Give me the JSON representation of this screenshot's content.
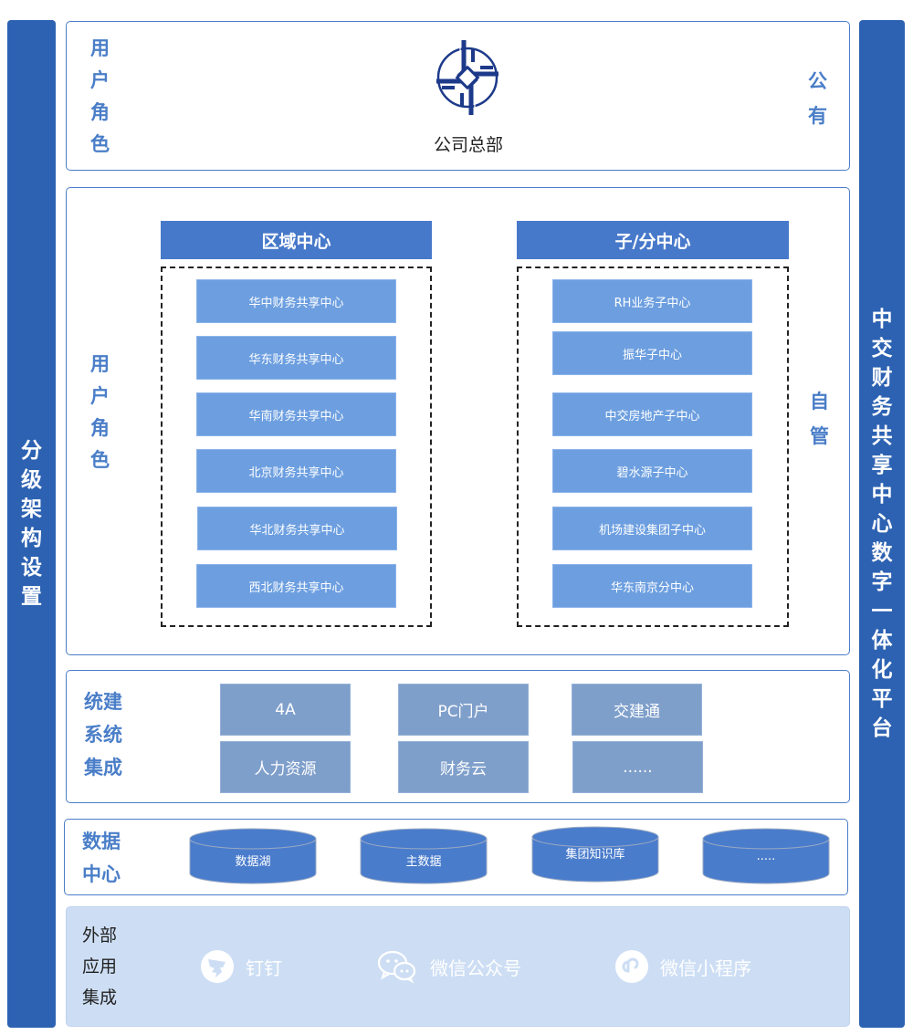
{
  "left_bar": {
    "title_chars": [
      "分",
      "级",
      "架",
      "构",
      "设",
      "置"
    ]
  },
  "right_bar": {
    "title_chars": [
      "中",
      "交",
      "财",
      "务",
      "共",
      "享",
      "中",
      "心",
      "数",
      "字",
      "一",
      "体",
      "化",
      "平",
      "台"
    ]
  },
  "headquarters": {
    "role_label_chars": [
      "用",
      "户",
      "角",
      "色"
    ],
    "ownership_label_chars": [
      "公",
      "有"
    ],
    "logo_icon": "ccccc-logo-icon",
    "name": "公司总部"
  },
  "roles": {
    "role_label_chars": [
      "用",
      "户",
      "角",
      "色"
    ],
    "ownership_label_chars": [
      "自",
      "管"
    ],
    "region": {
      "header": "区域中心",
      "items": [
        "华中财务共享中心",
        "华东财务共享中心",
        "华南财务共享中心",
        "北京财务共享中心",
        "华北财务共享中心",
        "西北财务共享中心"
      ]
    },
    "sub": {
      "header": "子/分中心",
      "items": [
        "RH业务子中心",
        "振华子中心",
        "中交房地产子中心",
        "碧水源子中心",
        "机场建设集团子中心",
        "华东南京分中心"
      ]
    }
  },
  "systems": {
    "label_chars": [
      "统建",
      "系统",
      "集成"
    ],
    "items": [
      "4A",
      "PC门户",
      "交建通",
      "人力资源",
      "财务云",
      "......"
    ]
  },
  "data_center": {
    "label_chars": [
      "数据",
      "中心"
    ],
    "items": [
      "数据湖",
      "主数据",
      "集团知识库",
      "....."
    ]
  },
  "external": {
    "label_chars": [
      "外部",
      "应用",
      "集成"
    ],
    "apps": [
      {
        "icon": "dingtalk-icon",
        "label": "钉钉"
      },
      {
        "icon": "wechat-icon",
        "label": "微信公众号"
      },
      {
        "icon": "mini-program-icon",
        "label": "微信小程序"
      }
    ]
  },
  "colors": {
    "side_bar": "#2d62b2",
    "panel_border": "#4a7ec8",
    "column_header": "#4779ca",
    "center_box": "#6d9fe0",
    "system_box": "#7f9fcb",
    "cylinder": "#4a7ccc",
    "external_bg": "#cddef4"
  }
}
